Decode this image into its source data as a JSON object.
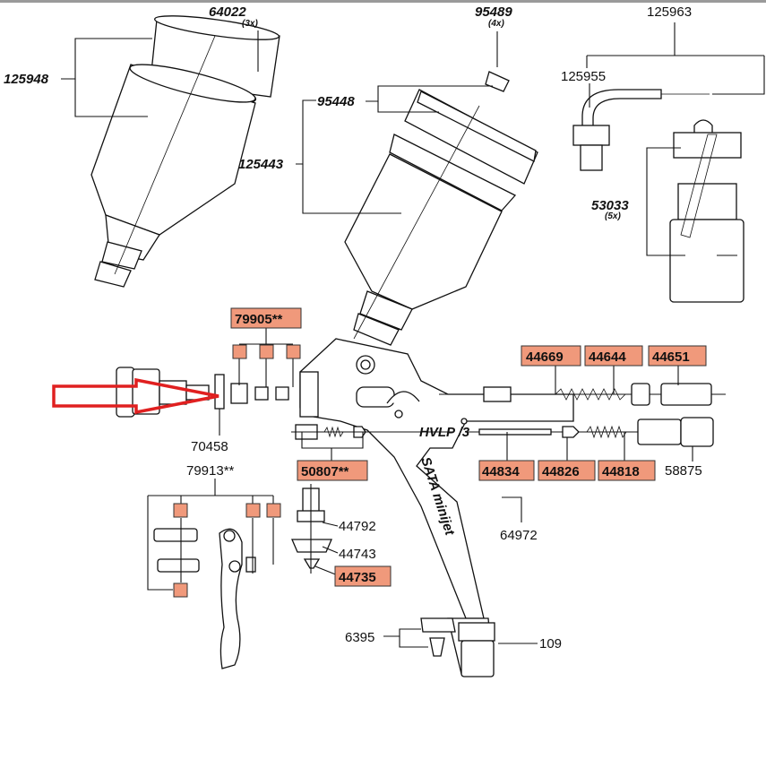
{
  "diagram": {
    "parts_plain": [
      {
        "id": "64022",
        "qty": "(3x)"
      },
      {
        "id": "95489",
        "qty": "(4x)"
      },
      {
        "id": "125963"
      },
      {
        "id": "125948"
      },
      {
        "id": "125955"
      },
      {
        "id": "95448"
      },
      {
        "id": "125443"
      },
      {
        "id": "53033",
        "qty": "(5x)"
      },
      {
        "id": "70458"
      },
      {
        "id": "79913**"
      },
      {
        "id": "44792"
      },
      {
        "id": "44743"
      },
      {
        "id": "64972"
      },
      {
        "id": "58875"
      },
      {
        "id": "6395"
      },
      {
        "id": "109"
      }
    ],
    "parts_highlighted": [
      {
        "id": "79905**"
      },
      {
        "id": "44669"
      },
      {
        "id": "44644"
      },
      {
        "id": "44651"
      },
      {
        "id": "50807**"
      },
      {
        "id": "44834"
      },
      {
        "id": "44826"
      },
      {
        "id": "44818"
      },
      {
        "id": "44735"
      }
    ],
    "gun_model_text": "HVLP /3",
    "brand_text": "SATA minijet",
    "colors": {
      "highlight": "#f0997b",
      "arrow": "#e02020",
      "line": "#111111"
    }
  }
}
